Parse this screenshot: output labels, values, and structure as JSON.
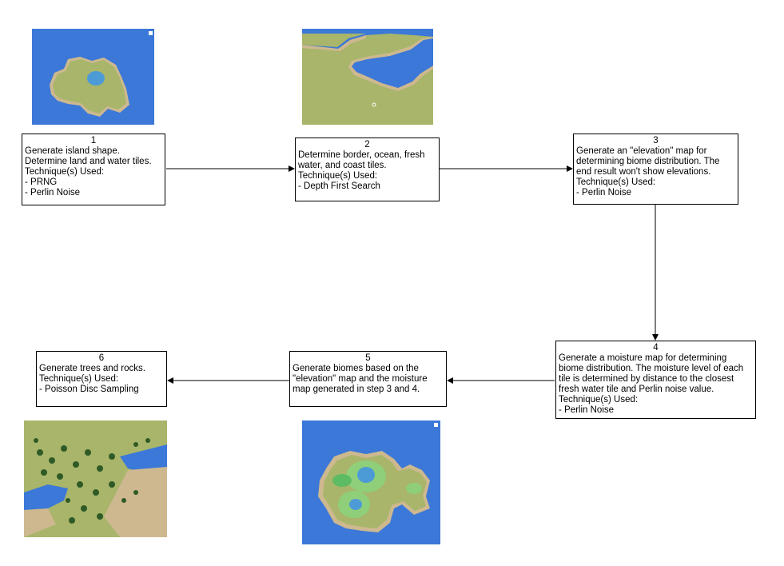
{
  "steps": [
    {
      "number": "1",
      "lines": [
        "Generate island shape.",
        "Determine land and water tiles.",
        "Technique(s) Used:",
        "- PRNG",
        "- Perlin Noise"
      ]
    },
    {
      "number": "2",
      "lines": [
        "Determine border, ocean, fresh",
        "water, and coast tiles.",
        "Technique(s) Used:",
        "- Depth First Search"
      ]
    },
    {
      "number": "3",
      "lines": [
        "Generate an \"elevation\" map for",
        "determining biome distribution. The",
        "end result won't show elevations.",
        "Technique(s) Used:",
        "- Perlin Noise"
      ]
    },
    {
      "number": "4",
      "lines": [
        "Generate a moisture map for determining",
        "biome distribution. The moisture level of each",
        "tile is determined by distance to the closest",
        "fresh water tile and Perlin noise value.",
        "Technique(s) Used:",
        "- Perlin Noise"
      ]
    },
    {
      "number": "5",
      "lines": [
        "Generate biomes based on the",
        "\"elevation\" map and the moisture",
        "map generated in step 3 and 4."
      ]
    },
    {
      "number": "6",
      "lines": [
        "Generate trees and rocks.",
        "Technique(s) Used:",
        "- Poisson Disc Sampling"
      ]
    }
  ],
  "colors": {
    "ocean": "#3b78d8",
    "grass": "#a8b56a",
    "sand": "#cdb88f",
    "lake": "#4d9bd6",
    "light_grass": "#8fcf7a",
    "green": "#5dbb63",
    "forest": "#2f5a26"
  }
}
